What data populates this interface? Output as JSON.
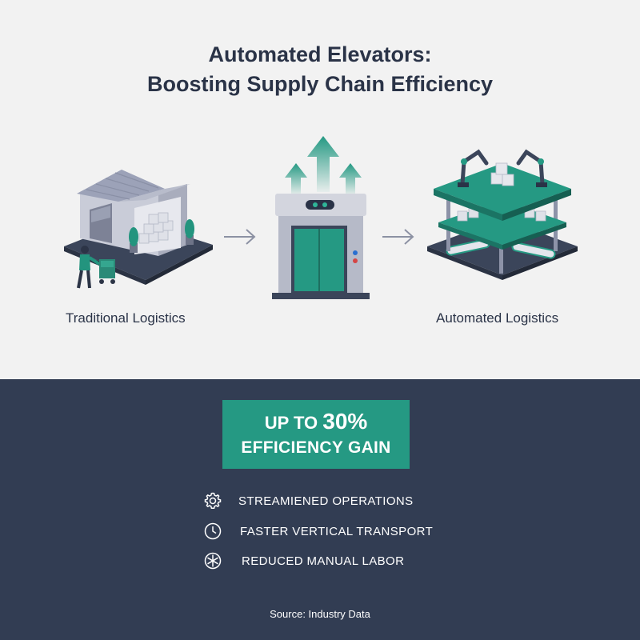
{
  "title": {
    "line1": "Automated Elevators:",
    "line2": "Boosting Supply Chain Efficiency"
  },
  "flow": {
    "left_caption": "Traditional Logistics",
    "right_caption": "Automated Logistics",
    "icons": [
      "warehouse-worker-illustration",
      "elevator-illustration",
      "automated-facility-illustration",
      "arrow-right-icon"
    ]
  },
  "highlight": {
    "prefix": "UP TO",
    "value": "30%",
    "label": "EFFICIENCY GAIN"
  },
  "features": [
    {
      "icon": "gear-icon",
      "label": "STREAMIENED OPERATIONS"
    },
    {
      "icon": "clock-icon",
      "label": "FASTER VERTICAL TRANSPORT"
    },
    {
      "icon": "snowflake-icon",
      "label": "REDUCED MANUAL LABOR"
    }
  ],
  "source": "Source: Industry Data",
  "colors": {
    "accent": "#259983",
    "navy": "#323d53",
    "background": "#f2f2f2",
    "text": "#2a3347"
  }
}
